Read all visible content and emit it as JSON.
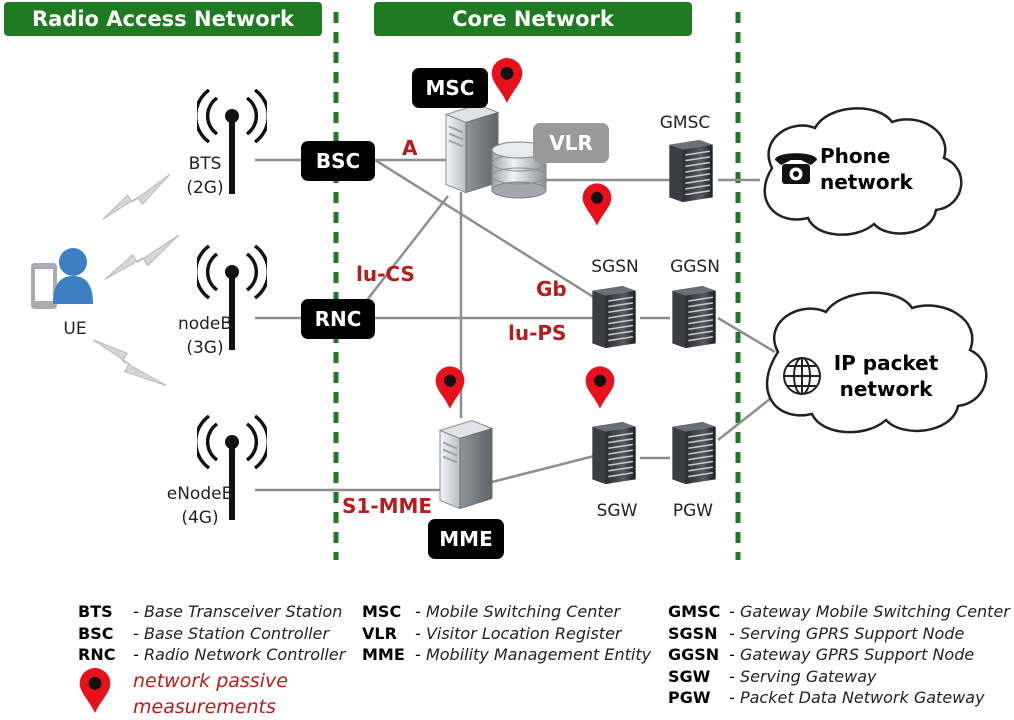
{
  "headers": {
    "ran": "Radio Access Network",
    "core": "Core Network"
  },
  "ue_label": "UE",
  "antennas": [
    {
      "name": "BTS",
      "gen": "(2G)"
    },
    {
      "name": "nodeB",
      "gen": "(3G)"
    },
    {
      "name": "eNodeB",
      "gen": "(4G)"
    }
  ],
  "controllers": {
    "bsc": "BSC",
    "rnc": "RNC"
  },
  "core_nodes": {
    "msc": "MSC",
    "vlr": "VLR",
    "mme": "MME",
    "gmsc": "GMSC",
    "sgsn": "SGSN",
    "ggsn": "GGSN",
    "sgw": "SGW",
    "pgw": "PGW"
  },
  "interfaces": {
    "a": "A",
    "iucs": "lu-CS",
    "gb": "Gb",
    "iups": "lu-PS",
    "s1mme": "S1-MME"
  },
  "clouds": {
    "phone": [
      "Phone",
      "network"
    ],
    "ip": [
      "IP packet",
      "network"
    ]
  },
  "legend": {
    "col1": [
      {
        "abbr": "BTS",
        "def": "Base Transceiver Station"
      },
      {
        "abbr": "BSC",
        "def": "Base Station Controller"
      },
      {
        "abbr": "RNC",
        "def": "Radio Network Controller"
      }
    ],
    "col2": [
      {
        "abbr": "MSC",
        "def": "Mobile Switching Center"
      },
      {
        "abbr": "VLR",
        "def": "Visitor Location Register"
      },
      {
        "abbr": "MME",
        "def": "Mobility Management Entity"
      }
    ],
    "col3": [
      {
        "abbr": "GMSC",
        "def": "Gateway Mobile Switching Center"
      },
      {
        "abbr": "SGSN",
        "def": "Serving GPRS Support Node"
      },
      {
        "abbr": "GGSN",
        "def": "Gateway GPRS Support Node"
      },
      {
        "abbr": "SGW",
        "def": "Serving Gateway"
      },
      {
        "abbr": "PGW",
        "def": "Packet Data Network Gateway"
      }
    ],
    "pin_label": [
      "network passive",
      "measurements"
    ]
  },
  "colors": {
    "header_green": "#1e7b22",
    "divider_green": "#1e7b22",
    "accent_red": "#b81c1c",
    "pin_red": "#e8101a"
  },
  "icons": [
    "ue-phone-person-icon",
    "antenna-icon",
    "server-tower-icon",
    "database-icon",
    "rack-server-icon",
    "cloud-icon",
    "telephone-icon",
    "globe-icon",
    "map-pin-icon",
    "lightning-icon"
  ]
}
